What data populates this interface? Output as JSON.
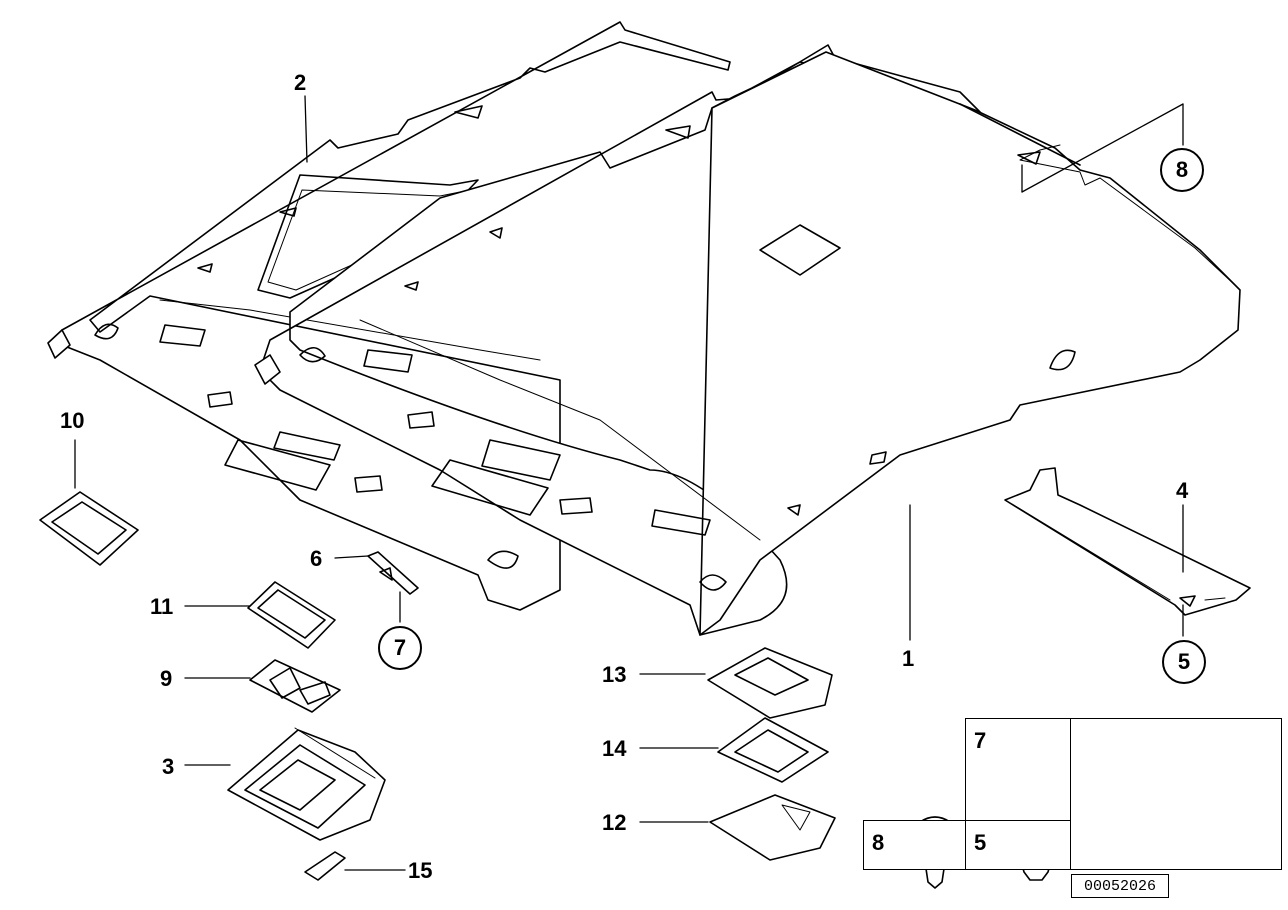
{
  "callouts": {
    "c1": "1",
    "c2": "2",
    "c3": "3",
    "c4": "4",
    "c5": "5",
    "c6": "6",
    "c7": "7",
    "c8": "8",
    "c9": "9",
    "c10": "10",
    "c11": "11",
    "c12": "12",
    "c13": "13",
    "c14": "14",
    "c15": "15"
  },
  "legend": {
    "item7": "7",
    "item8": "8",
    "item5": "5"
  },
  "document_number": "00052026",
  "colors": {
    "line": "#000000",
    "fill": "#ffffff",
    "highlight": "#111111"
  }
}
